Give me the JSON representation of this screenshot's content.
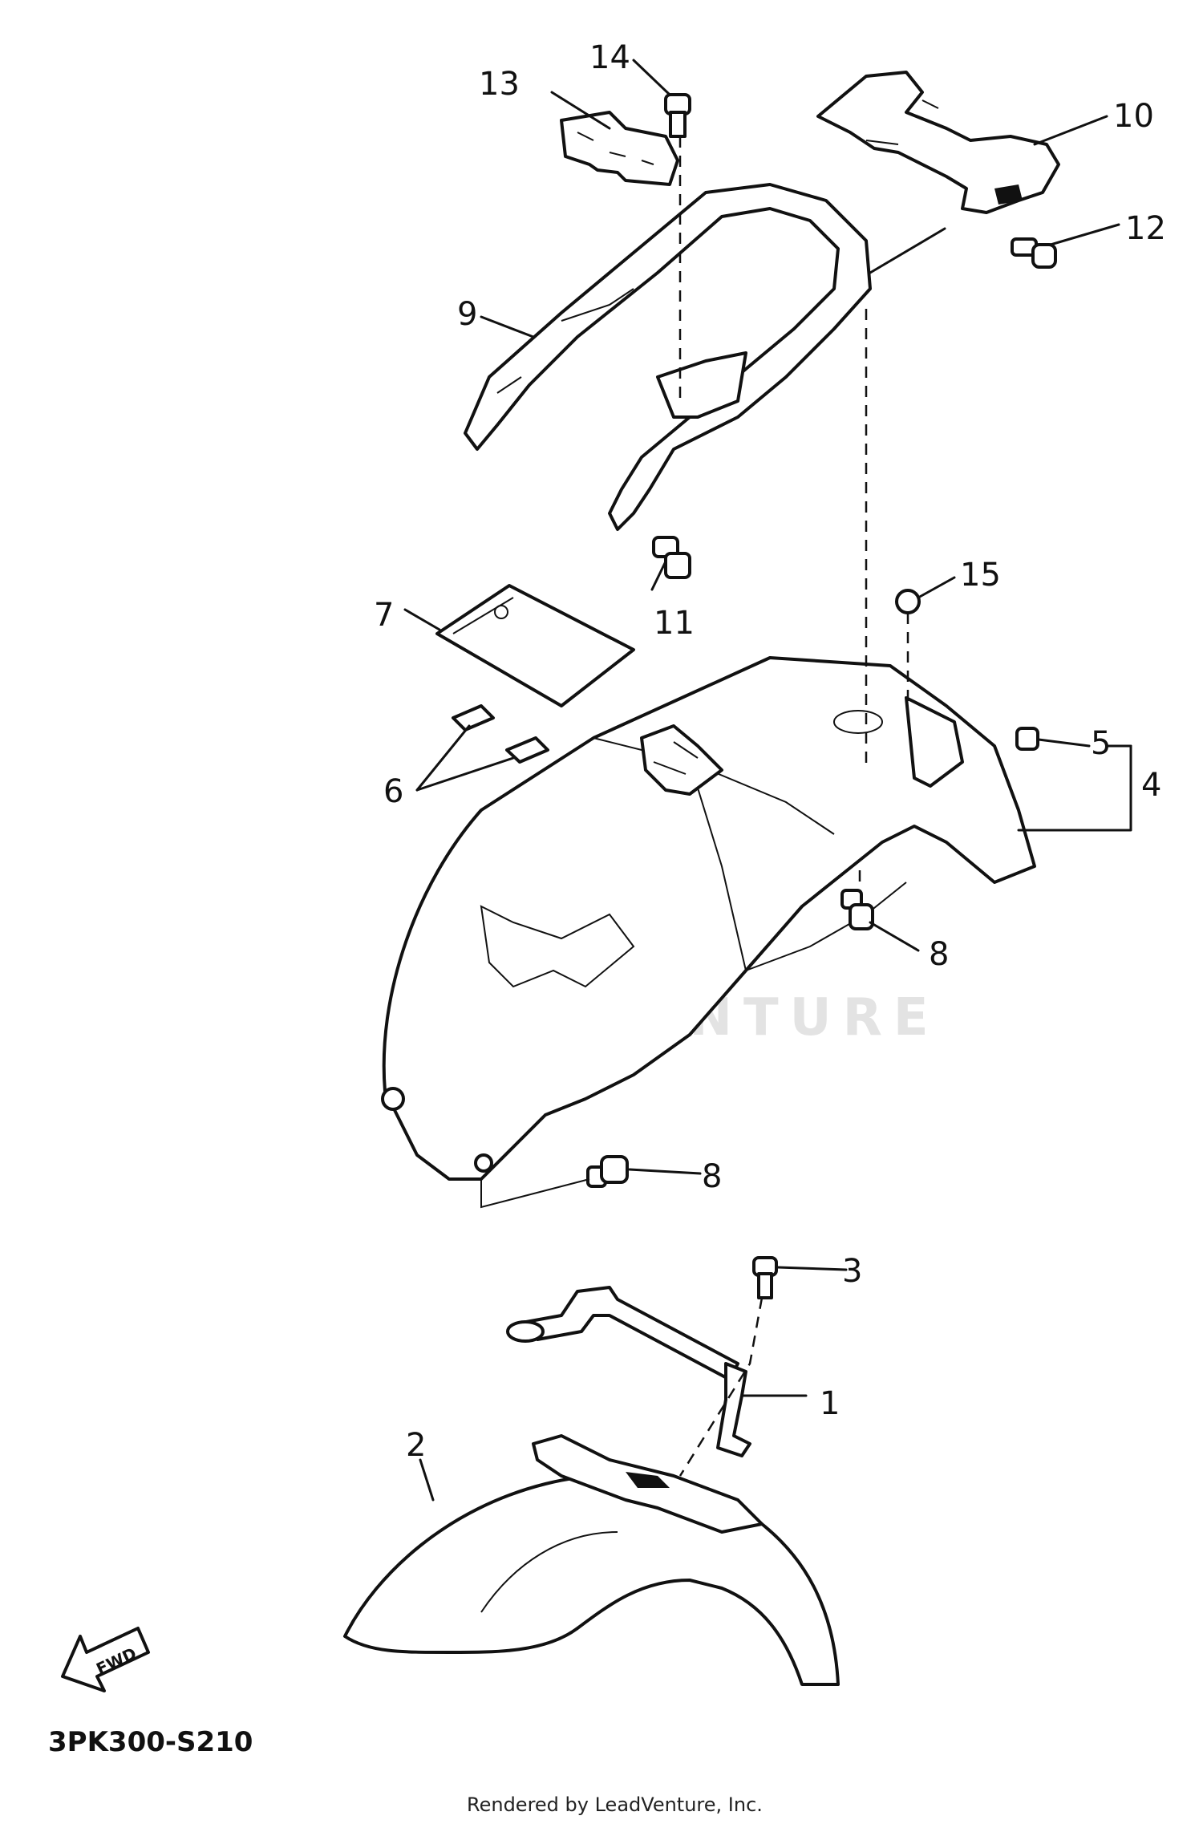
{
  "labels": {
    "p1": "1",
    "p2": "2",
    "p3": "3",
    "p4": "4",
    "p5": "5",
    "p6": "6",
    "p7": "7",
    "p8a": "8",
    "p8b": "8",
    "p9": "9",
    "p10": "10",
    "p11": "11",
    "p12": "12",
    "p13": "13",
    "p14": "14",
    "p15": "15"
  },
  "fwd_arrow_text": "FWD",
  "diagram_code": "3PK300-S210",
  "watermark": "LEADVENTURE",
  "footer": "Rendered by LeadVenture, Inc."
}
